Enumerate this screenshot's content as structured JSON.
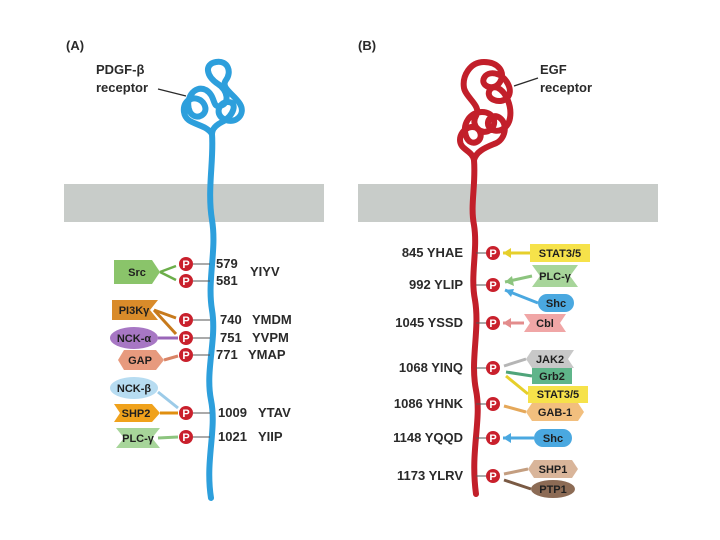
{
  "panel_a": {
    "label": "(A)",
    "receptor_label_line1": "PDGF-β",
    "receptor_label_line2": "receptor",
    "sites": [
      {
        "num": "579",
        "seq": ""
      },
      {
        "num": "581",
        "seq": "YIYV"
      },
      {
        "num": "740",
        "seq": "YMDM"
      },
      {
        "num": "751",
        "seq": "YVPM"
      },
      {
        "num": "771",
        "seq": "YMAP"
      },
      {
        "num": "1009",
        "seq": "YTAV"
      },
      {
        "num": "1021",
        "seq": "YIIP"
      }
    ],
    "proteins": [
      "Src",
      "PI3Kγ",
      "NCK-α",
      "GAP",
      "NCK-β",
      "SHP2",
      "PLC-γ"
    ]
  },
  "panel_b": {
    "label": "(B)",
    "receptor_label_line1": "EGF",
    "receptor_label_line2": "receptor",
    "sites": [
      "845 YHAE",
      "992 YLIP",
      "1045 YSSD",
      "1068 YINQ",
      "1086 YHNK",
      "1148 YQQD",
      "1173 YLRV"
    ],
    "proteins": [
      "STAT3/5",
      "PLC-γ",
      "Shc",
      "Cbl",
      "JAK2",
      "Grb2",
      "STAT3/5",
      "GAB-1",
      "Shc",
      "SHP1",
      "PTP1"
    ]
  },
  "phospho_symbol": "P",
  "colors": {
    "pdgf_receptor": "#2d9fdc",
    "egf_receptor": "#c21f2a",
    "membrane": "#c8ccc9",
    "phospho": "#c9202c"
  }
}
